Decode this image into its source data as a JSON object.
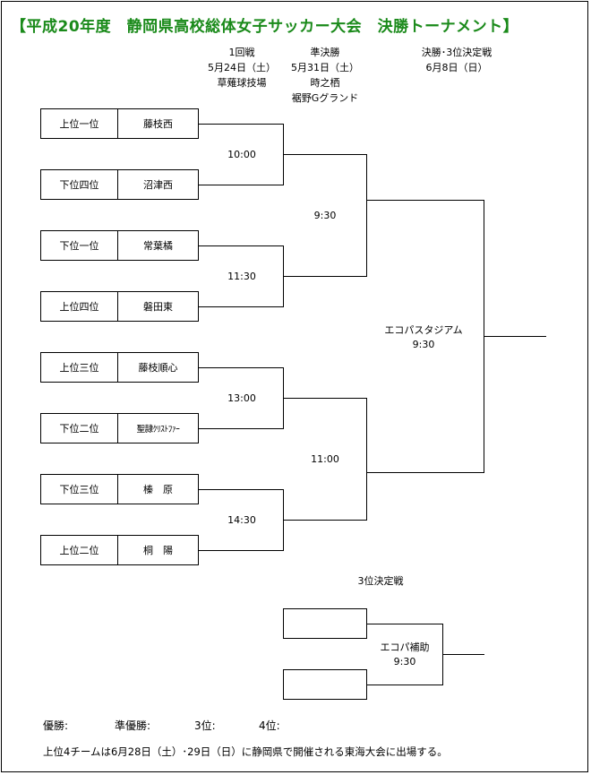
{
  "title": "【平成20年度　静岡県高校総体女子サッカー大会　決勝トーナメント】",
  "headers": {
    "round1": [
      "1回戦",
      "5月24日（土）",
      "草薙球技場"
    ],
    "semifinal": [
      "準決勝",
      "5月31日（土）",
      "時之栖",
      "裾野Gグランド"
    ],
    "final": [
      "決勝･3位決定戦",
      "6月8日（日）"
    ]
  },
  "teams": [
    {
      "seed": "上位一位",
      "name": "藤枝西"
    },
    {
      "seed": "下位四位",
      "name": "沼津西"
    },
    {
      "seed": "下位一位",
      "name": "常葉橘"
    },
    {
      "seed": "上位四位",
      "name": "磐田東"
    },
    {
      "seed": "上位三位",
      "name": "藤枝順心"
    },
    {
      "seed": "下位二位",
      "name": "聖隷ｸﾘｽﾄﾌｧｰ"
    },
    {
      "seed": "下位三位",
      "name": "榛　原"
    },
    {
      "seed": "上位二位",
      "name": "桐　陽"
    }
  ],
  "matches": {
    "r1_1": "10:00",
    "r1_2": "11:30",
    "r1_3": "13:00",
    "r1_4": "14:30",
    "sf_1": "9:30",
    "sf_2": "11:00",
    "final_venue": "エコパスタジアム",
    "final_time": "9:30"
  },
  "third_place": {
    "title": "3位決定戦",
    "venue": "エコパ補助",
    "time": "9:30"
  },
  "results": {
    "winner": "優勝:",
    "runner_up": "準優勝:",
    "third": "3位:",
    "fourth": "4位:"
  },
  "note": "上位4チームは6月28日（土）･29日（日）に静岡県で開催される東海大会に出場する。"
}
